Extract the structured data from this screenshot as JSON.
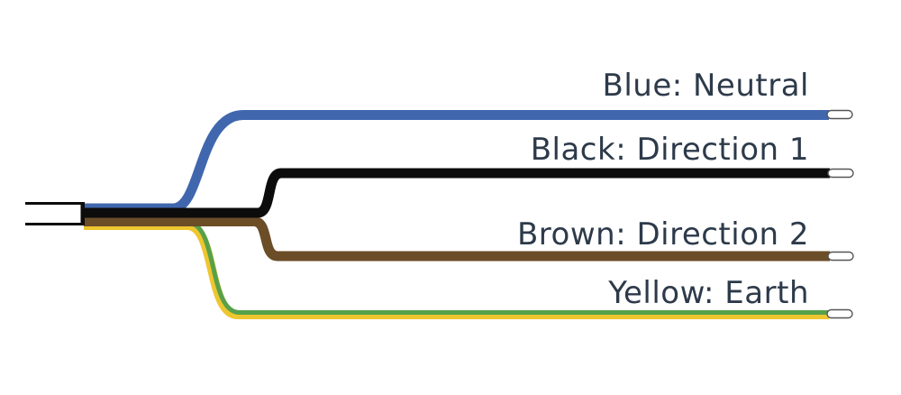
{
  "diagram": {
    "background": "#ffffff",
    "label_text_color": "#2d3a4a",
    "wires": [
      {
        "id": "blue",
        "label": "Blue: Neutral",
        "color": "#4067ae"
      },
      {
        "id": "black",
        "label": "Black: Direction 1",
        "color": "#0c0c0c"
      },
      {
        "id": "brown",
        "label": "Brown: Direction 2",
        "color": "#6b4d28"
      },
      {
        "id": "earth",
        "label": "Yellow: Earth",
        "color_yellow": "#eec62f",
        "color_green": "#57a14b"
      }
    ],
    "sheath": {
      "fill": "#ffffff",
      "outline": "#0c0c0c"
    },
    "wire_tip": {
      "fill": "#ffffff",
      "outline": "#555555"
    }
  }
}
